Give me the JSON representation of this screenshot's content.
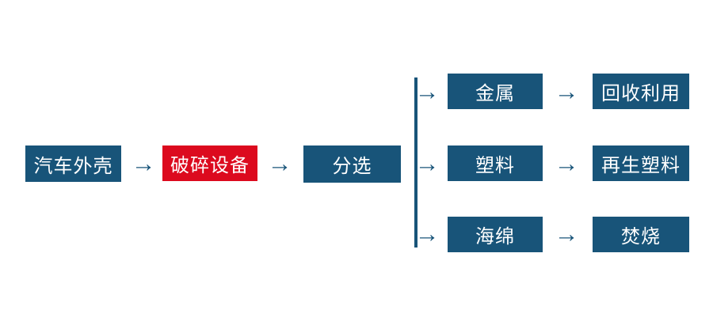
{
  "diagram": {
    "type": "flowchart",
    "arrow_glyph": "→",
    "colors": {
      "node_blue": "#185479",
      "node_red": "#DC0A1E",
      "connector_blue": "#185479",
      "text_white": "#ffffff",
      "background": "#ffffff"
    },
    "main_flow": {
      "nodes": [
        {
          "id": "auto-shell",
          "label": "汽车外壳",
          "color": "blue"
        },
        {
          "id": "crushing-equipment",
          "label": "破碎设备",
          "color": "red"
        },
        {
          "id": "sorting",
          "label": "分选",
          "color": "blue"
        }
      ]
    },
    "branches": [
      {
        "material": "金属",
        "result": "回收利用"
      },
      {
        "material": "塑料",
        "result": "再生塑料"
      },
      {
        "material": "海绵",
        "result": "焚烧"
      }
    ]
  }
}
